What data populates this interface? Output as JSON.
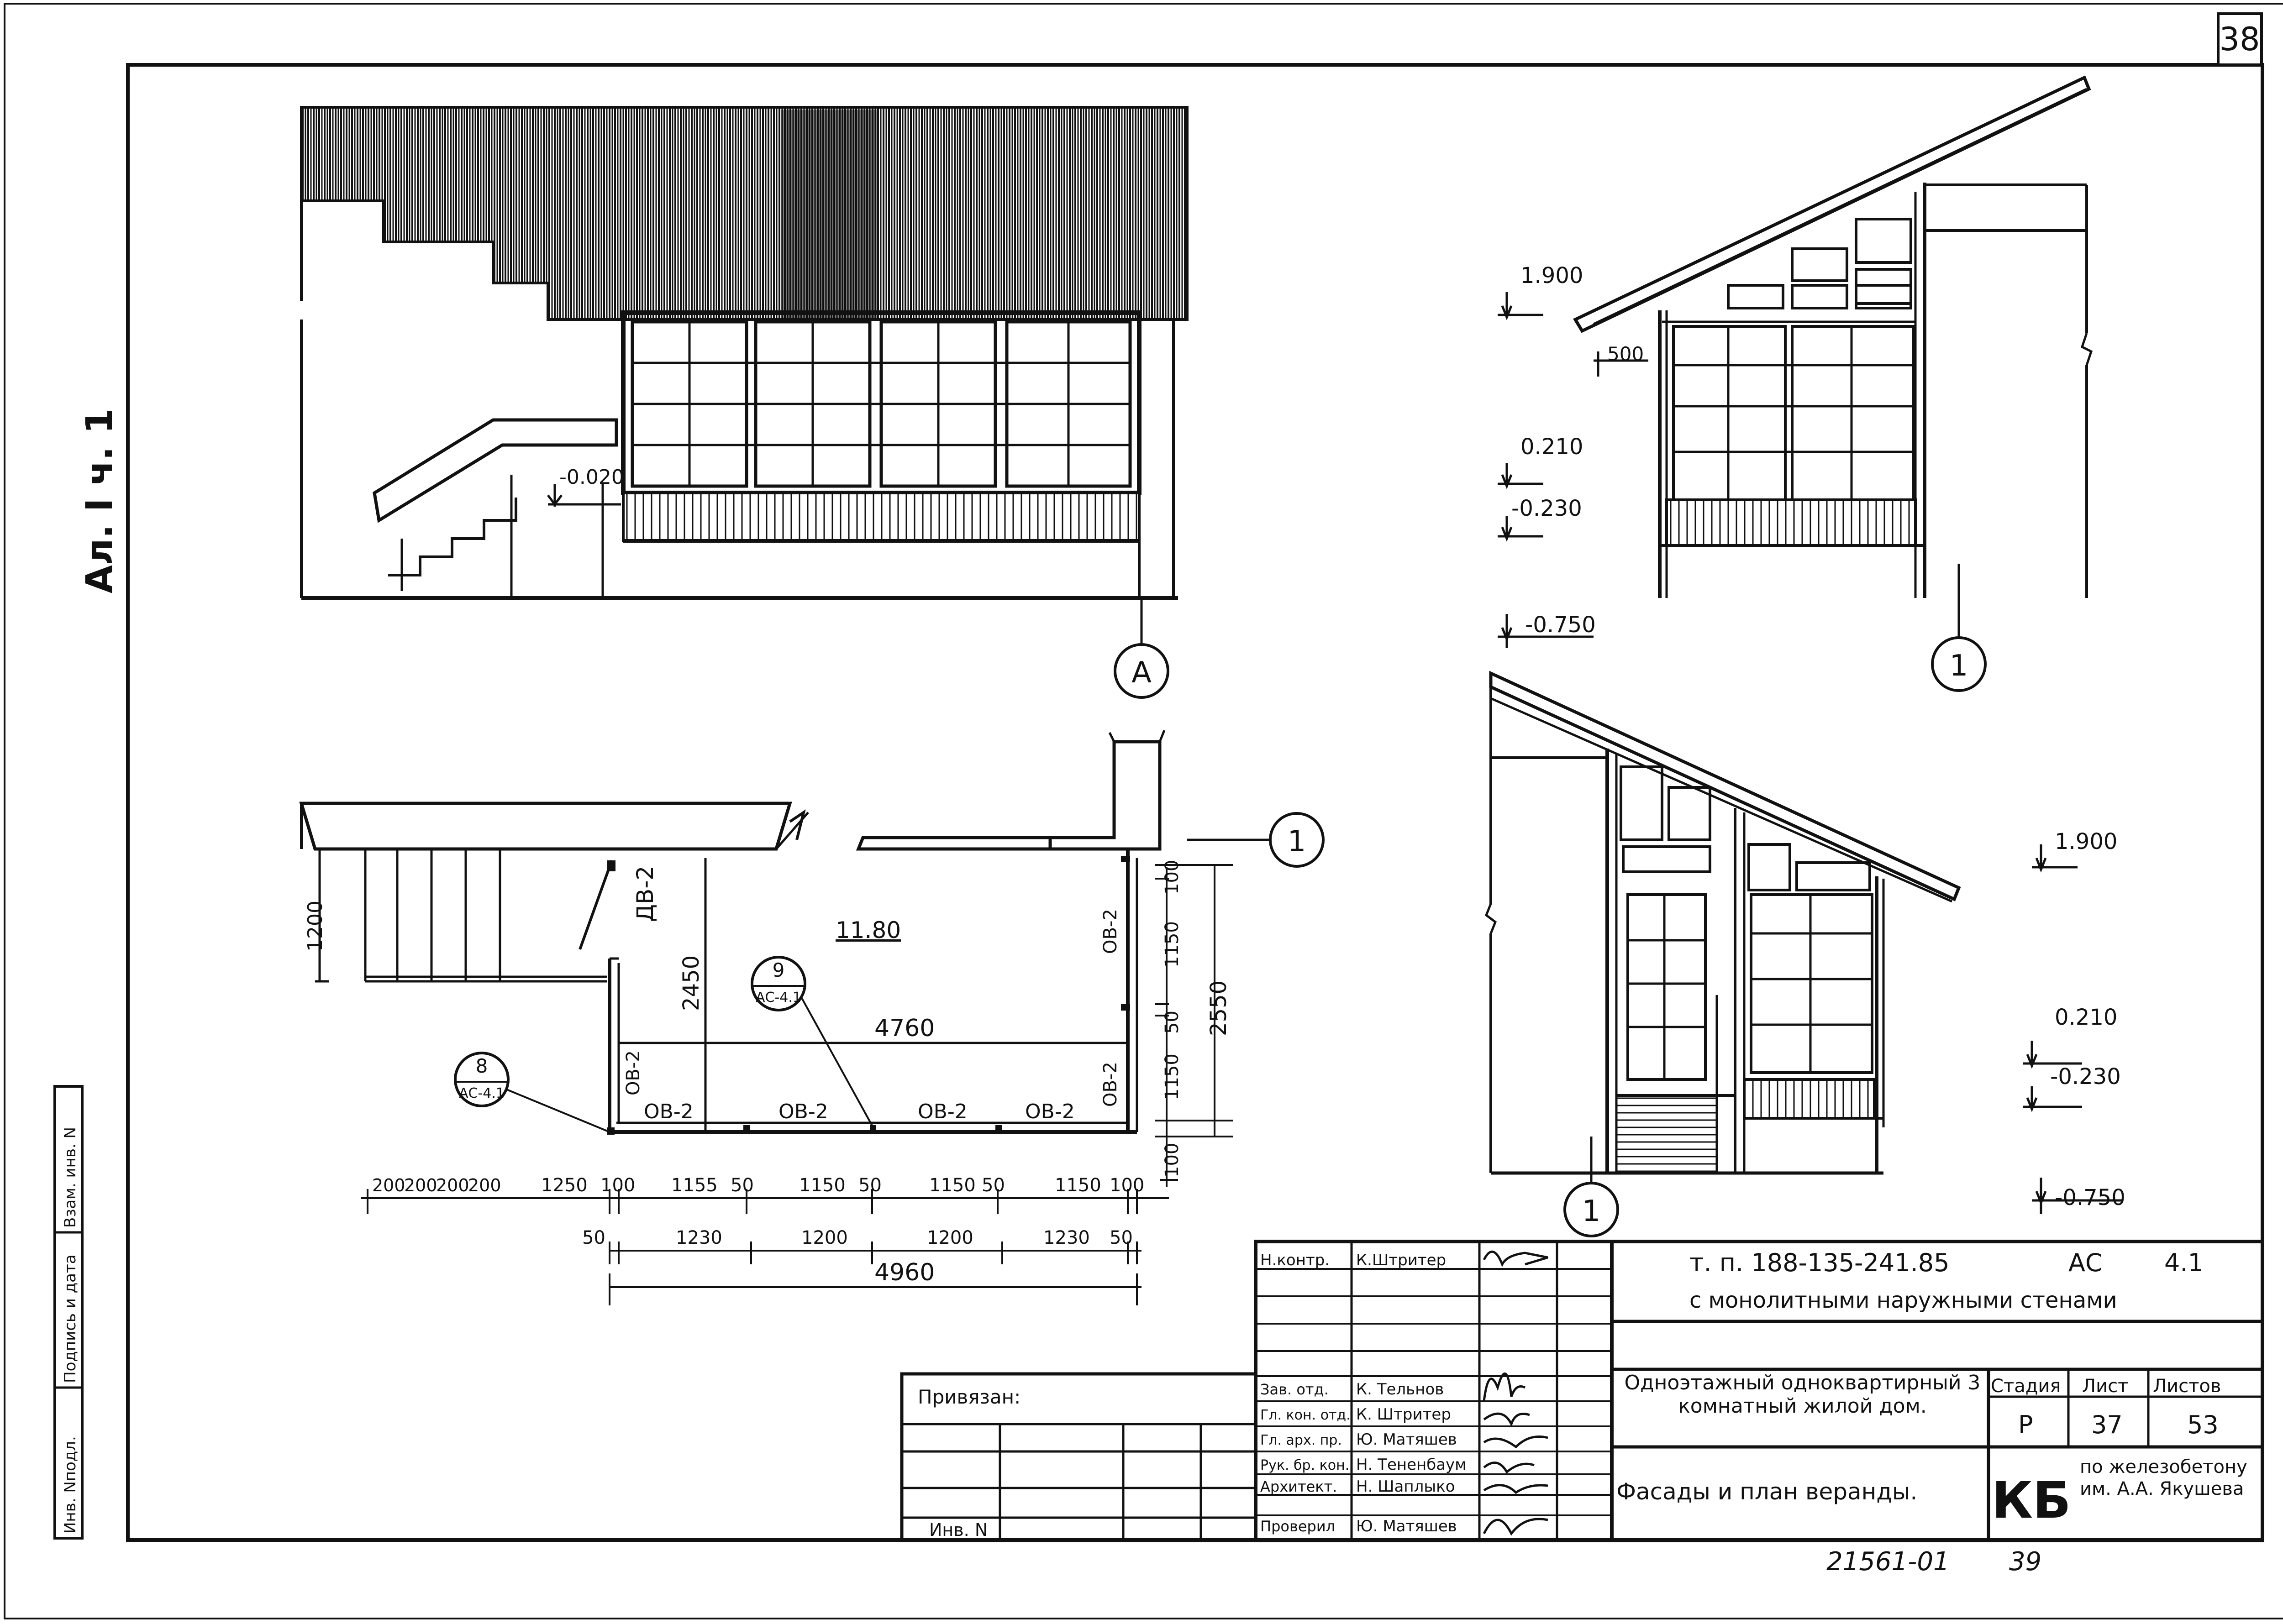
{
  "sheet_number": "38",
  "side_note": "Ал. I ч. 1",
  "left_stamp": [
    "Инв. Nподл.",
    "Подпись и дата",
    "Взам. инв. N"
  ],
  "elevation_left": {
    "level": "-0.020",
    "axis": "А"
  },
  "elevation_right_top": {
    "levels": [
      "1.900",
      "0.210",
      "-0.230",
      "-0.750"
    ],
    "offset": "500",
    "axis": "1"
  },
  "elevation_right_bottom": {
    "levels": [
      "1.900",
      "0.210",
      "-0.230",
      "-0.750"
    ],
    "axis": "1"
  },
  "plan": {
    "room_level": "11.80",
    "door": "ДВ-2",
    "window": "ОВ-2",
    "axis": "1",
    "callout_8": {
      "num": "8",
      "ref": "АС-4.1"
    },
    "callout_9": {
      "num": "9",
      "ref": "АС-4.1"
    },
    "dims": {
      "stair_width": "1200",
      "depth_inner": "2450",
      "width_inner": "4760",
      "depth_total": "2550",
      "right_chain": [
        "100",
        "1150",
        "50",
        "1150",
        "100"
      ],
      "bottom_chain_1": [
        "200",
        "200",
        "200",
        "200",
        "1250",
        "100",
        "1155",
        "50",
        "1150",
        "50",
        "1150",
        "50",
        "1150",
        "100"
      ],
      "bottom_chain_2": [
        "50",
        "1230",
        "1200",
        "1200",
        "1230",
        "50"
      ],
      "overall": "4960"
    }
  },
  "title_block": {
    "code": "т. п. 188-135-241.85",
    "series": "АС",
    "part": "4.1",
    "subtitle": "с монолитными наружными стенами",
    "bound": "Привязан:",
    "inv": "Инв. N",
    "project": "Одноэтажный одноквартирный 3 комнатный жилой дом.",
    "sheet_title": "Фасады и план веранды.",
    "stage_head": "Стадия",
    "sheet_head": "Лист",
    "sheets_head": "Листов",
    "stage": "Р",
    "sheet": "37",
    "sheets": "53",
    "org_logo": "КБ",
    "org": "по железобетону им. А.А. Якушева",
    "roles": [
      {
        "role": "Н.контр.",
        "name": "К.Штритер"
      },
      {
        "role": "Зав. отд.",
        "name": "К. Тельнов"
      },
      {
        "role": "Гл. кон. отд.",
        "name": "К. Штритер"
      },
      {
        "role": "Гл. арх. пр.",
        "name": "Ю. Матяшев"
      },
      {
        "role": "Рук. бр. кон.",
        "name": "Н. Тененбаум"
      },
      {
        "role": "Архитект.",
        "name": "Н. Шаплыко"
      },
      {
        "role": "Проверил",
        "name": "Ю. Матяшев"
      }
    ]
  },
  "footer_code": "21561-01",
  "footer_page": "39"
}
